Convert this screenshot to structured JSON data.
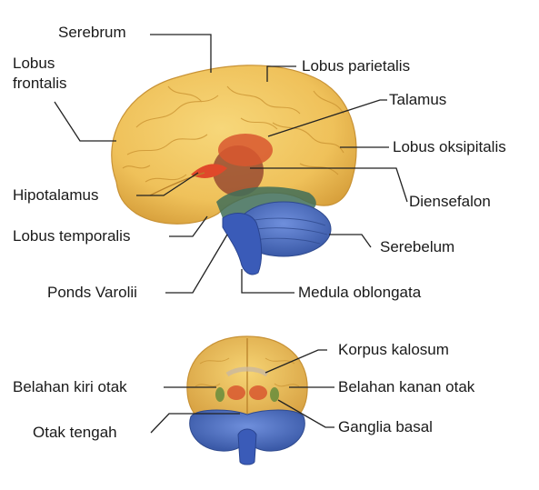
{
  "side_view": {
    "serebrum": "Serebrum",
    "lobus_frontalis": [
      "Lobus",
      "frontalis"
    ],
    "lobus_parietalis": "Lobus parietalis",
    "talamus": "Talamus",
    "lobus_oksipitalis": "Lobus oksipitalis",
    "hipotalamus": "Hipotalamus",
    "diensefalon": "Diensefalon",
    "lobus_temporalis": "Lobus temporalis",
    "serebelum": "Serebelum",
    "ponds_varolii": "Ponds Varolii",
    "medula_oblongata": "Medula oblongata"
  },
  "front_view": {
    "korpus_kalosum": "Korpus kalosum",
    "belahan_kiri_otak": "Belahan kiri otak",
    "belahan_kanan_otak": "Belahan kanan otak",
    "otak_tengah": "Otak tengah",
    "ganglia_basal": "Ganglia basal"
  },
  "colors": {
    "cerebrum": "#f2c75c",
    "cerebrum_shade": "#d9a23c",
    "cerebellum": "#4d6fc4",
    "brainstem": "#3a5bb8",
    "thalamus": "#d8572f",
    "diencephalon": "#8c3a2a",
    "midbrain_green": "#3f7a55"
  }
}
